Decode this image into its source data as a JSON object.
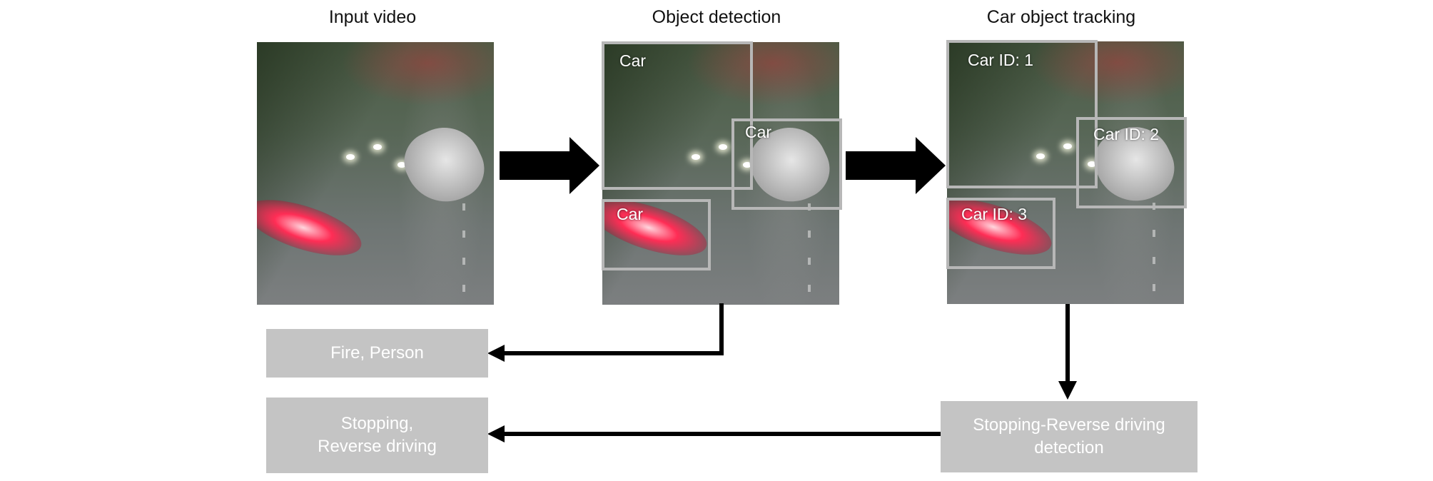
{
  "titles": {
    "input": "Input video",
    "detection": "Object detection",
    "tracking": "Car object tracking"
  },
  "detection_labels": [
    "Car",
    "Car",
    "Car"
  ],
  "tracking_labels": [
    "Car ID: 1",
    "Car ID: 2",
    "Car ID: 3"
  ],
  "boxes": {
    "fire_person": "Fire, Person",
    "stopping_line1": "Stopping,",
    "stopping_line2": "Reverse driving",
    "detect_line1": "Stopping-Reverse driving",
    "detect_line2": "detection"
  },
  "colors": {
    "box_fill": "#c4c4c4",
    "bbox_stroke": "#b7b7b7",
    "arrow": "#000000"
  }
}
